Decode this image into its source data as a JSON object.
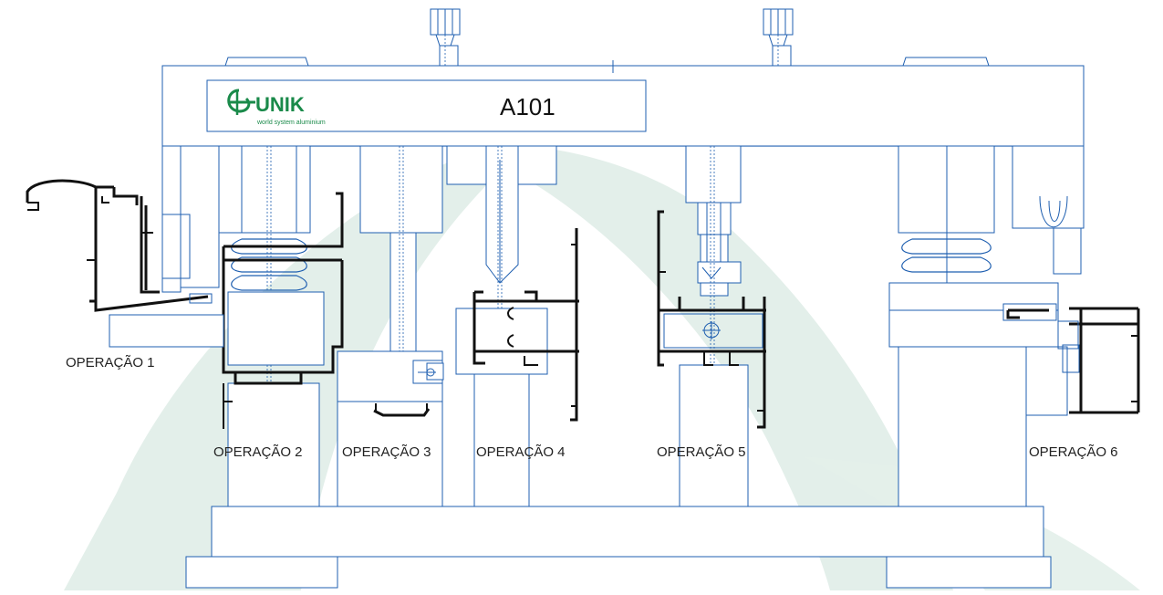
{
  "brand": {
    "name": "UNIK",
    "tagline": "world system aluminium",
    "logo_color": "#1a8a4a"
  },
  "machine": {
    "model": "A101"
  },
  "operations": [
    {
      "label": "OPERAÇÃO 1"
    },
    {
      "label": "OPERAÇÃO 2"
    },
    {
      "label": "OPERAÇÃO 3"
    },
    {
      "label": "OPERAÇÃO 4"
    },
    {
      "label": "OPERAÇÃO 5"
    },
    {
      "label": "OPERAÇÃO 6"
    }
  ],
  "colors": {
    "line": "#1f5fb0",
    "profile": "#111111",
    "watermark": "#e3efea"
  }
}
